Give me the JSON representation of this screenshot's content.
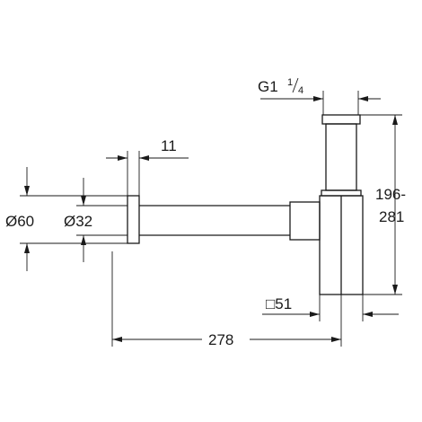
{
  "diagram": {
    "thread_label": "G1",
    "thread_fraction_num": "1",
    "thread_fraction_den": "4",
    "wall_flange_thickness": "11",
    "wall_flange_diameter": "Ø60",
    "pipe_diameter": "Ø32",
    "height_range_top": "196-",
    "height_range_bottom": "281",
    "square_size": "□51",
    "total_length": "278"
  }
}
